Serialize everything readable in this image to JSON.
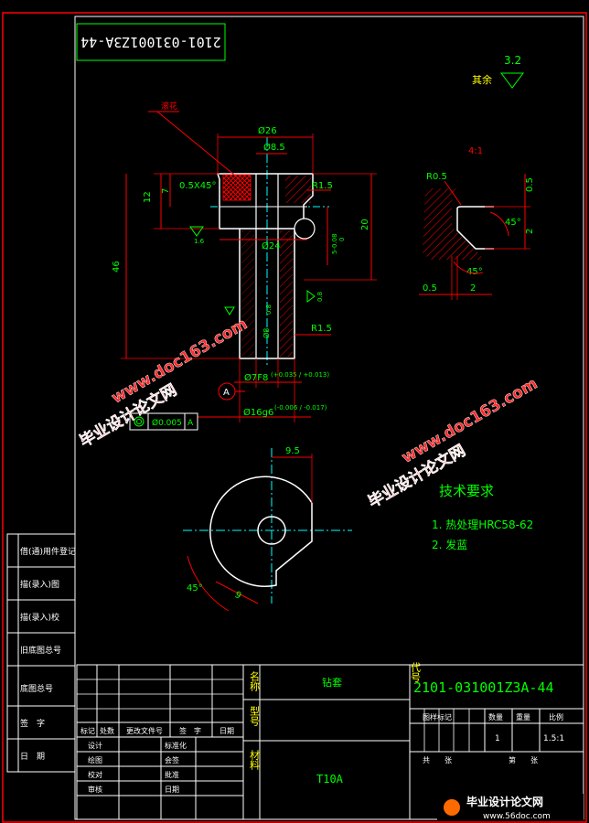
{
  "drawing_code_mirrored": "2101-031001Z3A-44",
  "roughness": {
    "value": "3.2",
    "label": "其余"
  },
  "notes": {
    "knurl": "滚花"
  },
  "dims": {
    "d26": "Ø26",
    "d8_5": "Ø8.5",
    "chamfer": "0.5X45°",
    "r1_5_top": "R1.5",
    "h12": "12",
    "h7": "7",
    "h46": "46",
    "h20": "20",
    "tol_upper": "0",
    "tol_lower": "5-0.08",
    "d24": "Ø24",
    "rough_1_6": "1.6",
    "rough_0_8": "0.8",
    "rough_small": "0.8",
    "r1_5_bot": "R1.5",
    "d_mid": "Ø8",
    "d7f8": "Ø7F8",
    "d7f8_tol": "(+0.035 / +0.013)",
    "d16g6": "Ø16g6",
    "d16g6_tol": "(-0.006 / -0.017)",
    "datum": "A",
    "runout": "Ø0.005",
    "runout_datum": "A",
    "d9_5": "9.5",
    "d9": "9",
    "a45": "45°"
  },
  "detail": {
    "scale": "4:1",
    "r0_5": "R0.5",
    "v0_5": "0.5",
    "v2": "2",
    "a45_top": "45°",
    "a45_bot": "45°",
    "h0_5": "0.5",
    "h2": "2"
  },
  "tech": {
    "title": "技术要求",
    "items": [
      "1. 热处理HRC58-62",
      "2. 发蓝"
    ]
  },
  "watermarks": [
    {
      "site": "www.doc163.com",
      "brand": "毕业设计论文网"
    },
    {
      "site": "www.doc163.com",
      "brand": "毕业设计论文网"
    }
  ],
  "left_strip": [
    "借(通)用件登记",
    "描(录入)图",
    "描(录入)校",
    "旧底图总号",
    "底图总号",
    "签　字",
    "日　期"
  ],
  "title_block": {
    "name_label": "名称",
    "name_value": "钻套",
    "model_label": "型号",
    "material_label": "材料",
    "material_value": "T10A",
    "code_label": "代号",
    "code_value": "2101-031001Z3A-44",
    "sub_headers": [
      "标记",
      "处数",
      "更改文件号",
      "签　字",
      "日期"
    ],
    "sign_rows": [
      [
        "设计",
        "标准化"
      ],
      [
        "绘图",
        "会签"
      ],
      [
        "校对",
        "批准"
      ],
      [
        "审核",
        "日期"
      ]
    ],
    "stage_headers": [
      "图样标记",
      "数量",
      "重量",
      "比例"
    ],
    "qty": "1",
    "scale": "1.5:1",
    "sheets_label": "共　　张",
    "sheet_label": "第　　张"
  },
  "footer_logo": {
    "brand": "毕业设计论文网",
    "site": "www.56doc.com"
  },
  "colors": {
    "bg": "#000000",
    "frame": "#ffffff",
    "red": "#ff0000",
    "green": "#00ff00",
    "cyan": "#00ffff",
    "yellow": "#ffff00",
    "white": "#ffffff"
  }
}
